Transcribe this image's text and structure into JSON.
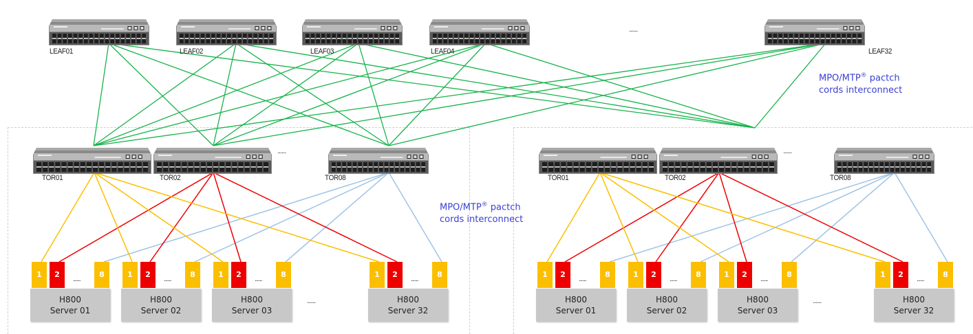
{
  "diagram": {
    "title": "Leaf-TOR-Server fabric",
    "colors": {
      "leaf_tor_link": "#16b34a",
      "tor01_link": "#fbbf00",
      "tor02_link": "#ee0000",
      "tor08_link": "#9fc4e6",
      "annotation": "#3a3fd0",
      "server_fill": "#c8c8c8",
      "port_yellow": "#fbbf00",
      "port_red": "#ee0000"
    },
    "leaves": [
      {
        "id": "LEAF01",
        "label": "LEAF01"
      },
      {
        "id": "LEAF02",
        "label": "LEAF02"
      },
      {
        "id": "LEAF03",
        "label": "LEAF03"
      },
      {
        "id": "LEAF04",
        "label": "LEAF04"
      },
      {
        "id": "LEAF32",
        "label": "LEAF32"
      }
    ],
    "leaf_ellipsis": "......",
    "annotation_top": {
      "line1_pre": "MPO/MTP",
      "reg": "®",
      "line1_post": " pactch",
      "line2": "cords interconnect"
    },
    "annotation_mid": {
      "line1_pre": "MPO/MTP",
      "reg": "®",
      "line1_post": " pactch",
      "line2": "cords interconnect"
    },
    "groups": [
      {
        "tors": [
          {
            "label": "TOR01"
          },
          {
            "label": "TOR02"
          },
          {
            "label": "TOR08"
          }
        ],
        "tor_ellipsis": "......",
        "servers": [
          {
            "model": "H800",
            "name": "Server 01",
            "ports": [
              "1",
              "2",
              "8"
            ],
            "port_dots": "......"
          },
          {
            "model": "H800",
            "name": "Server 02",
            "ports": [
              "1",
              "2",
              "8"
            ],
            "port_dots": "......"
          },
          {
            "model": "H800",
            "name": "Server 03",
            "ports": [
              "1",
              "2",
              "8"
            ],
            "port_dots": "......"
          },
          {
            "model": "H800",
            "name": "Server 32",
            "ports": [
              "1",
              "2",
              "8"
            ],
            "port_dots": "......"
          }
        ],
        "server_ellipsis": "......"
      },
      {
        "tors": [
          {
            "label": "TOR01"
          },
          {
            "label": "TOR02"
          },
          {
            "label": "TOR08"
          }
        ],
        "tor_ellipsis": "......",
        "servers": [
          {
            "model": "H800",
            "name": "Server 01",
            "ports": [
              "1",
              "2",
              "8"
            ],
            "port_dots": "......"
          },
          {
            "model": "H800",
            "name": "Server 02",
            "ports": [
              "1",
              "2",
              "8"
            ],
            "port_dots": "......"
          },
          {
            "model": "H800",
            "name": "Server 03",
            "ports": [
              "1",
              "2",
              "8"
            ],
            "port_dots": "......"
          },
          {
            "model": "H800",
            "name": "Server 32",
            "ports": [
              "1",
              "2",
              "8"
            ],
            "port_dots": "......"
          }
        ],
        "server_ellipsis": "......"
      }
    ]
  }
}
